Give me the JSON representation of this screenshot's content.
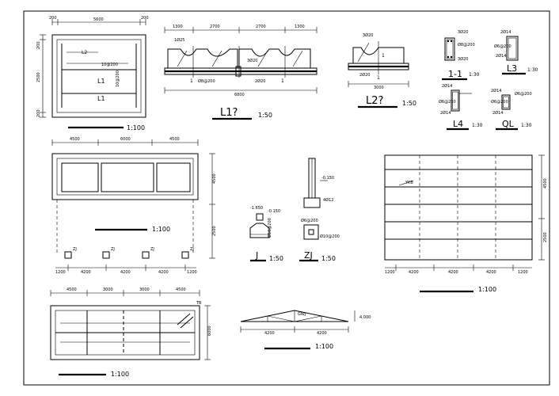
{
  "scales": {
    "plan_top_left": "1:100",
    "beam_l1": "1:50",
    "beam_l2": "1:50",
    "section_1_1": "1:30",
    "section_l3": "1:30",
    "section_l4": "1:30",
    "section_ql": "1:30",
    "plan_mid_left": "1:100",
    "footing_j": "1:50",
    "column_zj": "1:50",
    "roof_plan": "1:100",
    "bottom_plan": "1:100",
    "truss": "1:100"
  },
  "titles": {
    "beam_l1": "L1?",
    "beam_l2": "L2?",
    "section_1_1": "1-1",
    "section_l3": "L3",
    "section_l4": "L4",
    "section_ql": "QL",
    "footing_j": "J",
    "column_zj": "ZJ"
  },
  "dims": {
    "top_plan_w1": "200",
    "top_plan_w2": "5600",
    "top_plan_w3": "200",
    "top_plan_left_1": "200",
    "top_plan_left_2": "2500",
    "top_plan_left_3": "200",
    "l1_span_1": "1300",
    "l1_span_2": "2700",
    "l1_span_3": "2700",
    "l1_span_4": "1300",
    "l1_total": "6800",
    "l2_total": "3000",
    "mid_plan_1": "4500",
    "mid_plan_2": "6000",
    "mid_plan_3": "4500",
    "mid_plan_h1": "4500",
    "mid_plan_h2": "2500",
    "bays_1": "1200",
    "bays_2": "4200",
    "bays_3": "4200",
    "bays_4": "4200",
    "bays_5": "1200",
    "roof_1": "1200",
    "roof_2": "4200",
    "roof_3": "4200",
    "roof_4": "4200",
    "roof_5": "1200",
    "roof_h1": "4500",
    "roof_h2": "2500",
    "bottom_1": "4500",
    "bottom_2": "3000",
    "bottom_3": "3000",
    "bottom_4": "4500",
    "bottom_h": "6000",
    "truss_1": "4200",
    "truss_2": "4200",
    "truss_h": "4.000",
    "footing_level_1": "-0.150",
    "footing_level_2": "-1.650",
    "column_level": "-0.150"
  },
  "labels": {
    "plan_L1_upper": "L1",
    "plan_L1_lower": "L1",
    "plan_L2": "L2",
    "plan_rebar": "10@200",
    "plan_rebar_vert": "10@200",
    "l1_rebar_a": "1Ø25",
    "l1_rebar_b": "2Ø20",
    "l1_rebar_c": "Ø8@200",
    "l1_bar_d": "3Ø20",
    "l1_mark": "1",
    "l2_rebar_a": "3Ø20",
    "l2_rebar_b": "2Ø20",
    "l2_mark": "1",
    "sec_1_1_top": "3Ø20",
    "sec_1_1_mid": "Ø8@200",
    "sec_1_1_bot": "3Ø20",
    "sec_l3_top": "2Ø14",
    "sec_l3_mid": "Ø6@200",
    "sec_l3_bot": "2Ø14",
    "sec_l4_top": "2Ø14",
    "sec_l4_mid": "Ø6@200",
    "sec_l4_bot": "2Ø14",
    "sec_ql_top": "2Ø14",
    "sec_ql_mid": "Ø6@200",
    "sec_ql_bot": "2Ø14",
    "sec_ql_side": "Ø6@200",
    "zj_label": "ZJ",
    "roof_tag": "YKB",
    "truss_tag": "GWJ",
    "stair_tag": "TB",
    "footing_rebar": "Ø10@200",
    "footing_rebar_2": "Ø10@200",
    "column_rebar": "4Ø12",
    "column_stirrup": "Ø6@200"
  }
}
